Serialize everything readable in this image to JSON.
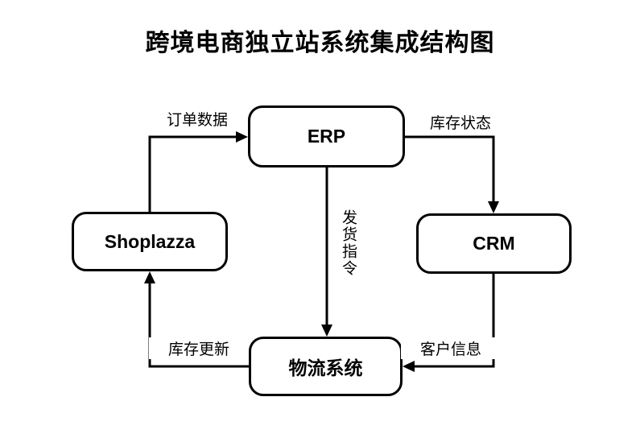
{
  "title": "跨境电商独立站系统集成结构图",
  "colors": {
    "background": "#ffffff",
    "stroke": "#000000",
    "node_fill": "#ffffff",
    "text": "#000000"
  },
  "nodes": {
    "erp": {
      "label": "ERP"
    },
    "shoplazza": {
      "label": "Shoplazza"
    },
    "crm": {
      "label": "CRM"
    },
    "logistics": {
      "label": "物流系统"
    }
  },
  "edges": {
    "order_data": {
      "label": "订单数据",
      "from": "shoplazza",
      "to": "erp"
    },
    "inventory_status": {
      "label": "库存状态",
      "from": "erp",
      "to": "crm"
    },
    "shipping_order": {
      "label": "发货指令",
      "from": "erp",
      "to": "logistics"
    },
    "customer_info": {
      "label": "客户信息",
      "from": "crm",
      "to": "logistics"
    },
    "inventory_update": {
      "label": "库存更新",
      "from": "logistics",
      "to": "shoplazza"
    }
  }
}
